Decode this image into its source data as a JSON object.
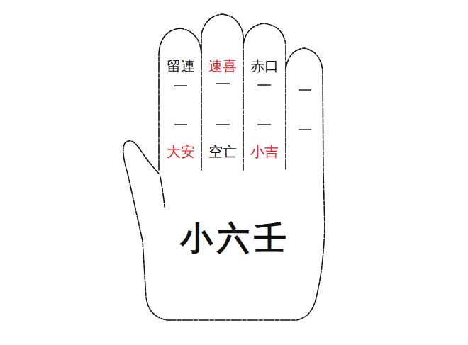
{
  "diagram": {
    "title": "小六壬",
    "labels": [
      "留連",
      "速喜",
      "赤口",
      "大安",
      "空亡",
      "小吉"
    ]
  }
}
